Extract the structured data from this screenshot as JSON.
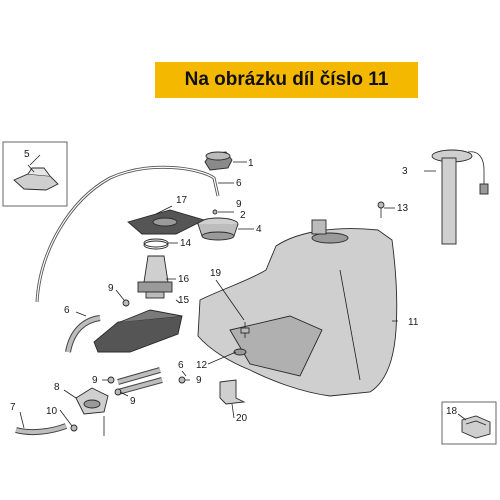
{
  "banner": {
    "text": "Na obrázku díl číslo 11"
  },
  "callouts": [
    "1",
    "2",
    "3",
    "4",
    "5",
    "6",
    "6",
    "6",
    "7",
    "8",
    "9",
    "9",
    "9",
    "9",
    "9",
    "10",
    "11",
    "12",
    "13",
    "14",
    "15",
    "16",
    "17",
    "18",
    "19",
    "20"
  ],
  "colors": {
    "banner": "#f5b800",
    "part_fill": "#cfcfcf",
    "part_dark": "#8a8a8a",
    "line": "#222222"
  }
}
